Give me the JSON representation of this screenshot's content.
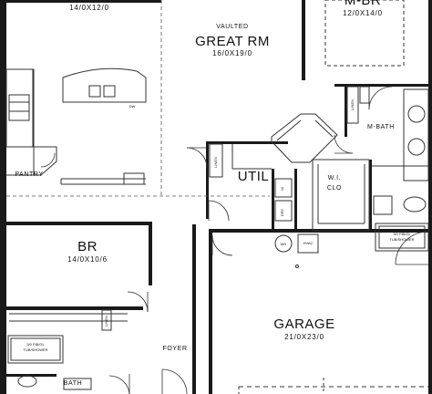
{
  "rooms": {
    "kitchen_dim": "14/0X12/0",
    "master_bedroom": "M-BR",
    "master_bedroom_dim": "12/0X14/0",
    "vaulted": "VAULTED",
    "great_room": "GREAT RM",
    "great_room_dim": "16/0X19/0",
    "master_bath": "M-BATH",
    "walk_in_closet_1": "W.I.",
    "walk_in_closet_2": "CLO",
    "pantry": "PANTRY",
    "utility": "UTIL",
    "bedroom": "BR",
    "bedroom_dim": "14/0X10/6",
    "garage": "GARAGE",
    "garage_dim": "21/0X23/0",
    "foyer": "FOYER",
    "bath": "BATH"
  },
  "fixtures": {
    "tub_shower_1": "3/0 FIB/GL",
    "tub_shower_2": "TUB/SHOWER",
    "dishwasher": "DW",
    "water_heater": "WH",
    "hvac": "HVAC",
    "linen": "LINEN",
    "dryer": "DRY",
    "washer": "W"
  },
  "colors": {
    "wall": "#1a1a1a",
    "line": "#333333",
    "background": "#ffffff"
  }
}
